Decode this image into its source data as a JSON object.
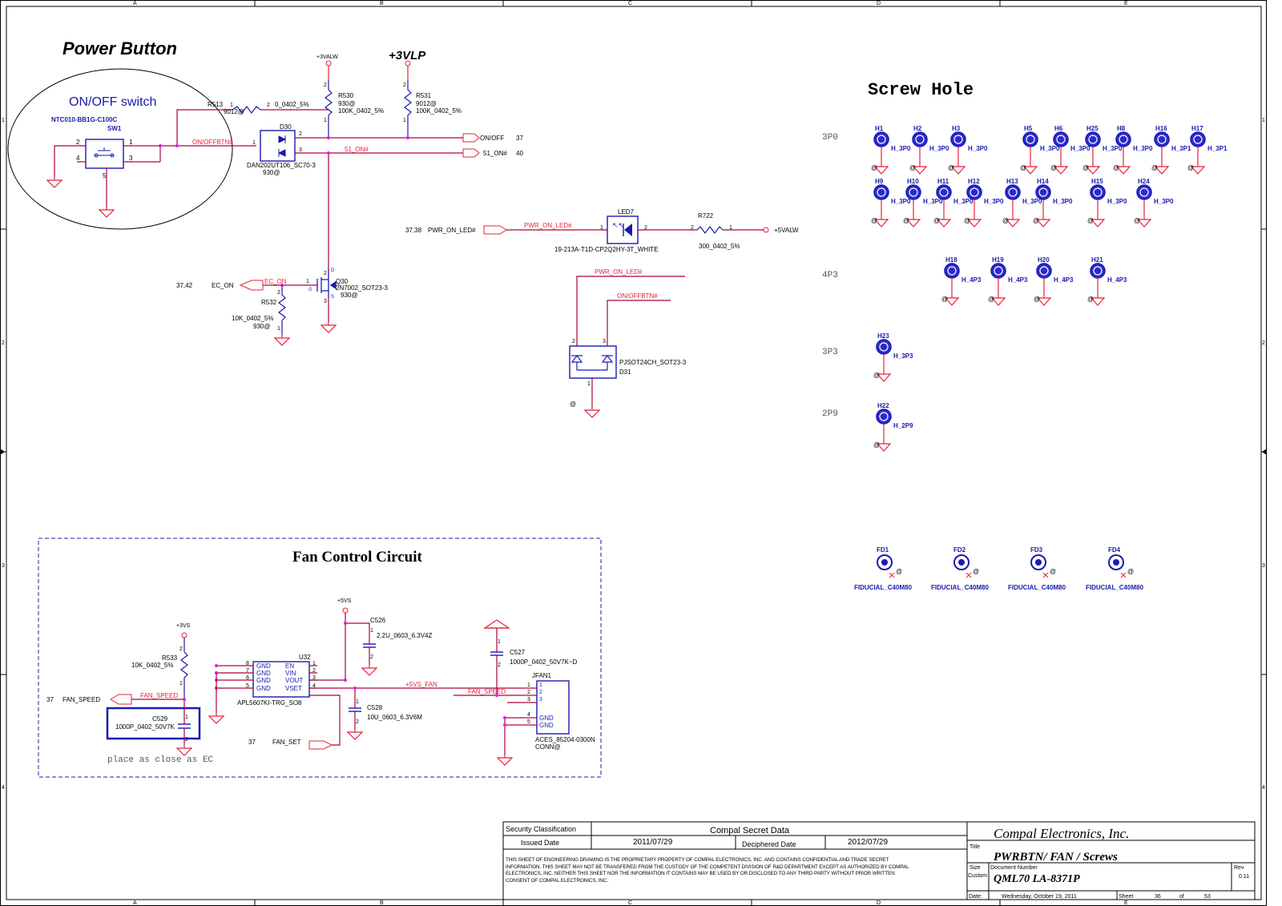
{
  "border": {
    "columns": [
      "A",
      "B",
      "C",
      "D",
      "E"
    ],
    "rows": [
      "1",
      "2",
      "3",
      "4"
    ]
  },
  "power_button": {
    "title": "Power Button",
    "switch_label": "ON/OFF switch",
    "sw_part": "NTC010-BB1G-C100C",
    "sw_ref": "SW1",
    "sw_pins": [
      "2",
      "4",
      "1",
      "3",
      "5"
    ],
    "r513": {
      "ref": "R513",
      "value": "0_0402_5%",
      "opt": "9012@",
      "pin1": "1",
      "pin2": "2"
    },
    "rail_3valw": "+3VALW",
    "rail_3vlp": "+3VLP",
    "r530": {
      "ref": "R530",
      "opt": "930@",
      "value": "100K_0402_5%",
      "pin2": "2",
      "pin1": "1"
    },
    "r531": {
      "ref": "R531",
      "opt": "9012@",
      "value": "100K_0402_5%",
      "pin2": "2",
      "pin1": "1"
    },
    "net_onoffbtn": "ON/OFFBTN#",
    "d30": {
      "ref": "D30",
      "part": "DAN202UT106_SC70-3",
      "opt": "930@",
      "pins": [
        "1",
        "2",
        "3"
      ]
    },
    "net_51on": "51_ON#",
    "port_onoff": {
      "label": "ON/OFF",
      "sheet": "37"
    },
    "port_51on": {
      "label": "51_ON#",
      "sheet": "40"
    },
    "q30": {
      "ref": "Q30",
      "part": "2N7002_SOT23-3",
      "opt": "930@",
      "d": "D",
      "g": "G",
      "s": "S",
      "pins": [
        "1",
        "2",
        "3"
      ]
    },
    "ec_on": {
      "sheet": "37,42",
      "label": "EC_ON",
      "net": "EC_ON"
    },
    "r532": {
      "ref": "R532",
      "value": "10K_0402_5%",
      "opt": "930@",
      "pin2": "2",
      "pin1": "1"
    },
    "pwr_on_led": {
      "sheet": "37,38",
      "label": "PWR_ON_LED#",
      "net": "PWR_ON_LED#"
    },
    "led7": {
      "ref": "LED7",
      "part": "19-213A-T1D-CP2Q2HY-3T_WHITE",
      "pin1": "1",
      "pin2": "2"
    },
    "r722": {
      "ref": "R722",
      "value": "300_0402_5%",
      "pin2": "2",
      "pin1": "1"
    },
    "rail_5valw": "+5VALW",
    "d31": {
      "ref": "D31",
      "part": "PJSOT24CH_SOT23-3",
      "net_a": "PWR_ON_LED#",
      "net_b": "ON/OFFBTN#",
      "pin2": "2",
      "pin3": "3",
      "pin1": "1",
      "opt": "@"
    }
  },
  "screw_hole": {
    "title": "Screw Hole",
    "groups": [
      "3P0",
      "4P3",
      "3P3",
      "2P9"
    ],
    "row1": [
      {
        "ref": "H1",
        "part": "H_3P0"
      },
      {
        "ref": "H2",
        "part": "H_3P0"
      },
      {
        "ref": "H3",
        "part": "H_3P0"
      },
      {
        "ref": "H5",
        "part": "H_3P0"
      },
      {
        "ref": "H6",
        "part": "H_3P0"
      },
      {
        "ref": "H25",
        "part": "H_3P0"
      },
      {
        "ref": "H8",
        "part": "H_3P0"
      },
      {
        "ref": "H16",
        "part": "H_3P1"
      },
      {
        "ref": "H17",
        "part": "H_3P1"
      }
    ],
    "row2": [
      {
        "ref": "H9",
        "part": "H_3P0"
      },
      {
        "ref": "H10",
        "part": "H_3P0"
      },
      {
        "ref": "H11",
        "part": "H_3P0"
      },
      {
        "ref": "H12",
        "part": "H_3P0"
      },
      {
        "ref": "H13",
        "part": "H_3P0"
      },
      {
        "ref": "H14",
        "part": "H_3P0"
      },
      {
        "ref": "H15",
        "part": "H_3P0"
      },
      {
        "ref": "H24",
        "part": "H_3P0"
      }
    ],
    "row3": [
      {
        "ref": "H18",
        "part": "H_4P3"
      },
      {
        "ref": "H19",
        "part": "H_4P3"
      },
      {
        "ref": "H20",
        "part": "H_4P3"
      },
      {
        "ref": "H21",
        "part": "H_4P3"
      }
    ],
    "h23": {
      "ref": "H23",
      "part": "H_3P3"
    },
    "h22": {
      "ref": "H22",
      "part": "H_2P9"
    },
    "at": "@",
    "fiducials": [
      {
        "ref": "FD1",
        "part": "FIDUCIAL_C40M80"
      },
      {
        "ref": "FD2",
        "part": "FIDUCIAL_C40M80"
      },
      {
        "ref": "FD3",
        "part": "FIDUCIAL_C40M80"
      },
      {
        "ref": "FD4",
        "part": "FIDUCIAL_C40M80"
      }
    ]
  },
  "fan": {
    "title": "Fan Control Circuit",
    "rail_3vs": "+3VS",
    "rail_5vs": "+5VS",
    "r533": {
      "ref": "R533",
      "value": "10K_0402_5%",
      "pin2": "2",
      "pin1": "1"
    },
    "fan_speed_port": {
      "sheet": "37",
      "label": "FAN_SPEED"
    },
    "net_fan_speed": "FAN_SPEED",
    "c529": {
      "ref": "C529",
      "value": "1000P_0402_50V7K",
      "pin1": "1",
      "pin2": "2"
    },
    "note": "place as close as EC",
    "u32": {
      "ref": "U32",
      "part": "APL5607KI-TRG_SO8",
      "left": [
        {
          "pin": "8",
          "name": "GND"
        },
        {
          "pin": "7",
          "name": "GND"
        },
        {
          "pin": "6",
          "name": "GND"
        },
        {
          "pin": "5",
          "name": "GND"
        }
      ],
      "right": [
        {
          "pin": "1",
          "name": "EN"
        },
        {
          "pin": "2",
          "name": "VIN"
        },
        {
          "pin": "3",
          "name": "VOUT"
        },
        {
          "pin": "4",
          "name": "VSET"
        }
      ]
    },
    "c526": {
      "ref": "C526",
      "value": "2.2U_0603_6.3V4Z",
      "pin1": "1",
      "pin2": "2"
    },
    "c528": {
      "ref": "C528",
      "value": "10U_0603_6.3V6M",
      "pin1": "1",
      "pin2": "2"
    },
    "net_5vs_fan": "+5VS_FAN",
    "fan_set_port": {
      "sheet": "37",
      "label": "FAN_SET"
    },
    "c527": {
      "ref": "C527",
      "value": "1000P_0402_50V7K~D",
      "pin1": "1",
      "pin2": "2"
    },
    "jfan1": {
      "ref": "JFAN1",
      "part": "ACES_85204-0300N",
      "opt": "CONN@",
      "pins": [
        "1",
        "2",
        "3",
        "4",
        "5"
      ],
      "gnd": "GND"
    }
  },
  "title_block": {
    "security_label": "Security Classification",
    "security_value": "Compal Secret Data",
    "issued_label": "Issued Date",
    "issued_value": "2011/07/29",
    "deciphered_label": "Deciphered Date",
    "deciphered_value": "2012/07/29",
    "legal": "THIS SHEET OF ENGINEERING DRAWING IS THE PROPRIETARY PROPERTY OF COMPAL ELECTRONICS, INC. AND CONTAINS CONFIDENTIAL AND TRADE SECRET INFORMATION. THIS SHEET MAY NOT BE TRANSFERED FROM THE CUSTODY OF THE COMPETENT DIVISION OF R&D DEPARTMENT EXCEPT AS AUTHORIZED BY COMPAL ELECTRONICS, INC. NEITHER THIS SHEET NOR THE INFORMATION IT CONTAINS MAY BE USED BY OR DISCLOSED TO ANY THIRD PARTY WITHOUT PRIOR WRITTEN CONSENT OF COMPAL ELECTRONICS, INC.",
    "company": "Compal Electronics, Inc.",
    "title_label": "Title",
    "title_value": "PWRBTN/ FAN / Screws",
    "size_label": "Size",
    "size_value": "Custom",
    "docnum_label": "Document Number",
    "docnum_value": "QML70 LA-8371P",
    "rev_label": "Rev",
    "rev_value": "0.11",
    "date_label": "Date:",
    "date_value": "Wednesday, October 19, 2011",
    "sheet_label": "Sheet",
    "sheet_value": "36",
    "of_label": "of",
    "of_value": "53"
  },
  "colors": {
    "wire": "#b0003a",
    "net": "#e8213a",
    "part": "#1a1ab0",
    "ink": "#000000"
  }
}
